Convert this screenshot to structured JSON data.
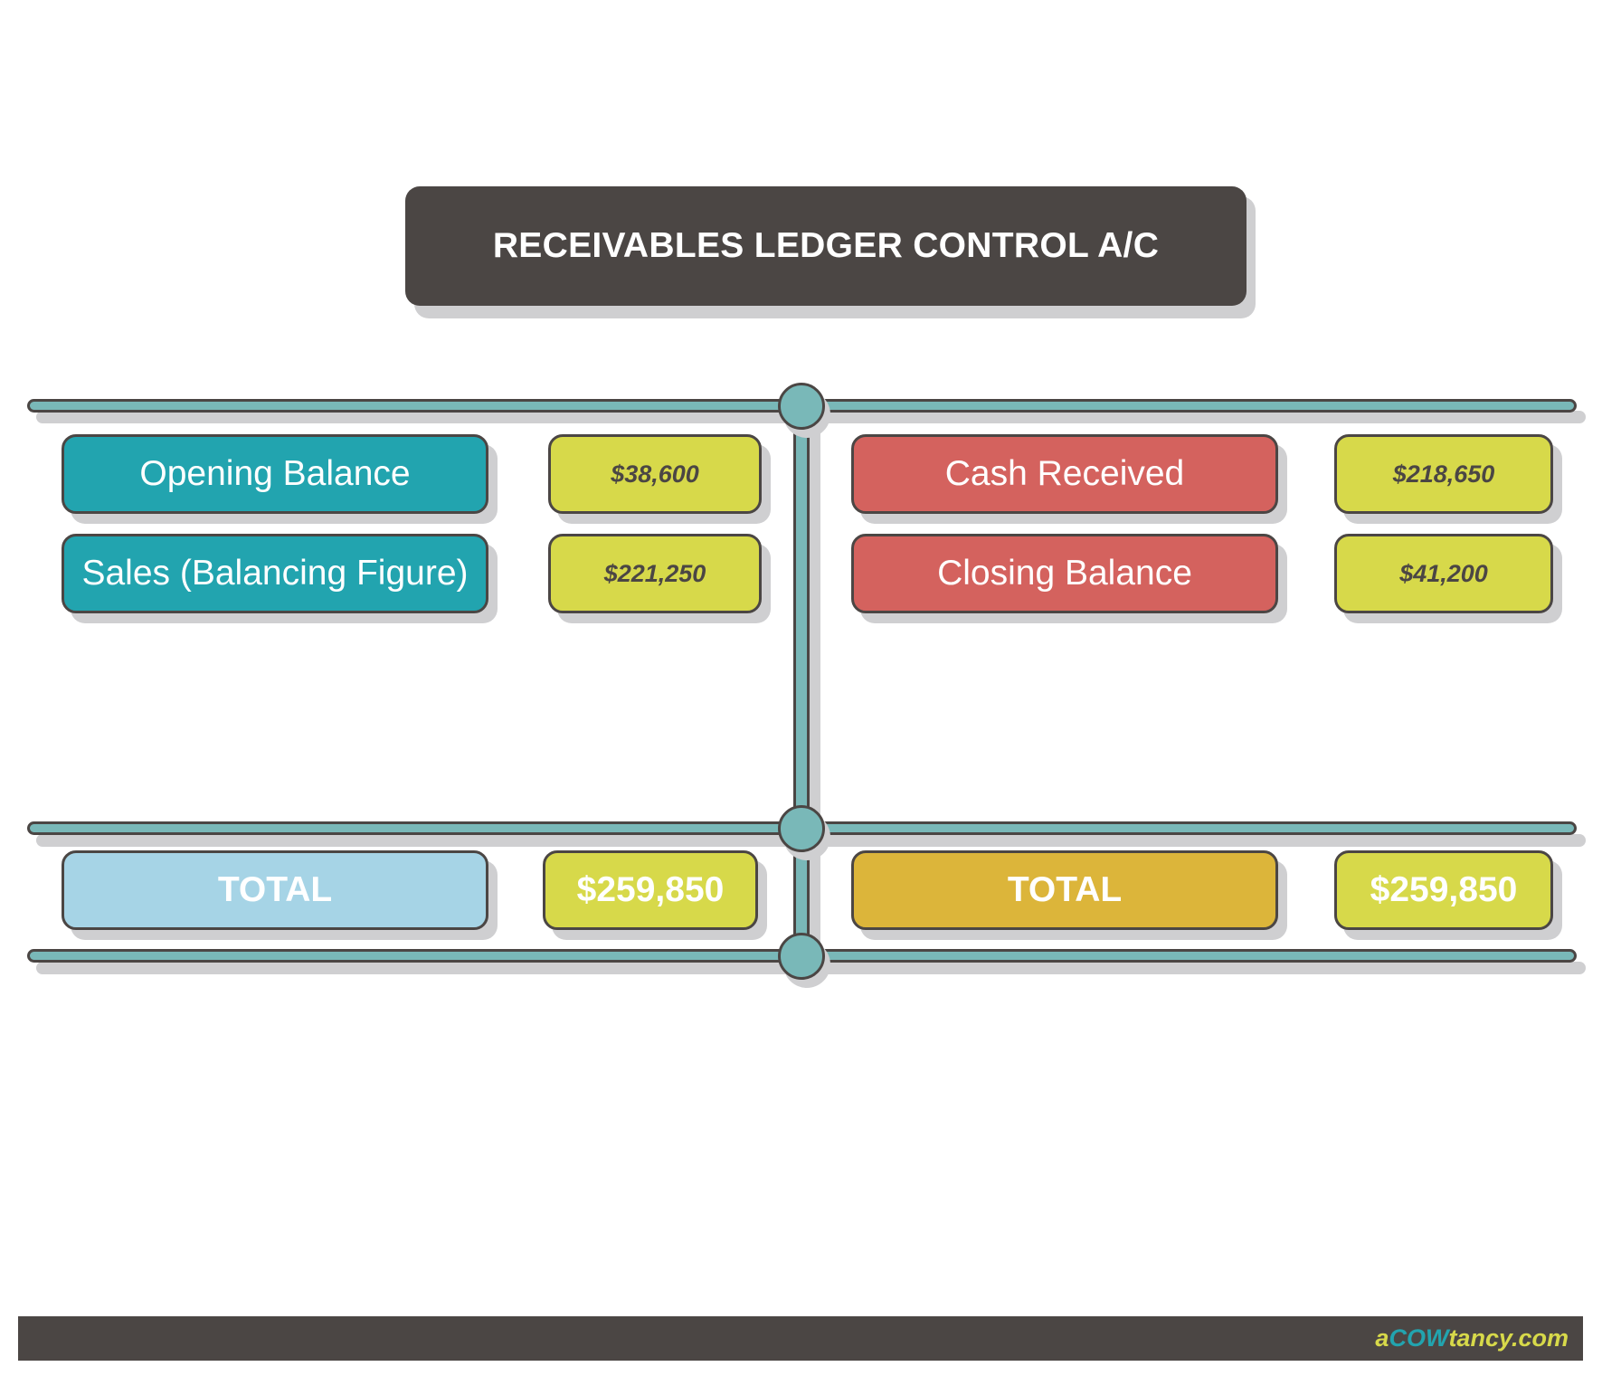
{
  "title": "RECEIVABLES LEDGER CONTROL A/C",
  "debit": {
    "items": [
      {
        "label": "Opening Balance",
        "amount": "$38,600"
      },
      {
        "label": "Sales (Balancing Figure)",
        "amount": "$221,250"
      }
    ],
    "total": {
      "label": "TOTAL",
      "amount": "$259,850"
    }
  },
  "credit": {
    "items": [
      {
        "label": "Cash Received",
        "amount": "$218,650"
      },
      {
        "label": "Closing Balance",
        "amount": "$41,200"
      }
    ],
    "total": {
      "label": "TOTAL",
      "amount": "$259,850"
    }
  },
  "footer": {
    "logo_prefix": "a",
    "logo_brand": "COW",
    "logo_suffix": "tancy.com"
  },
  "colors": {
    "dark": "#4b4644",
    "teal": "#22a4af",
    "red": "#d4625e",
    "amount_yellow": "#d7d94a",
    "rail": "#79b8b8",
    "total_blue": "#a6d4e6",
    "total_gold": "#dcb53a"
  }
}
